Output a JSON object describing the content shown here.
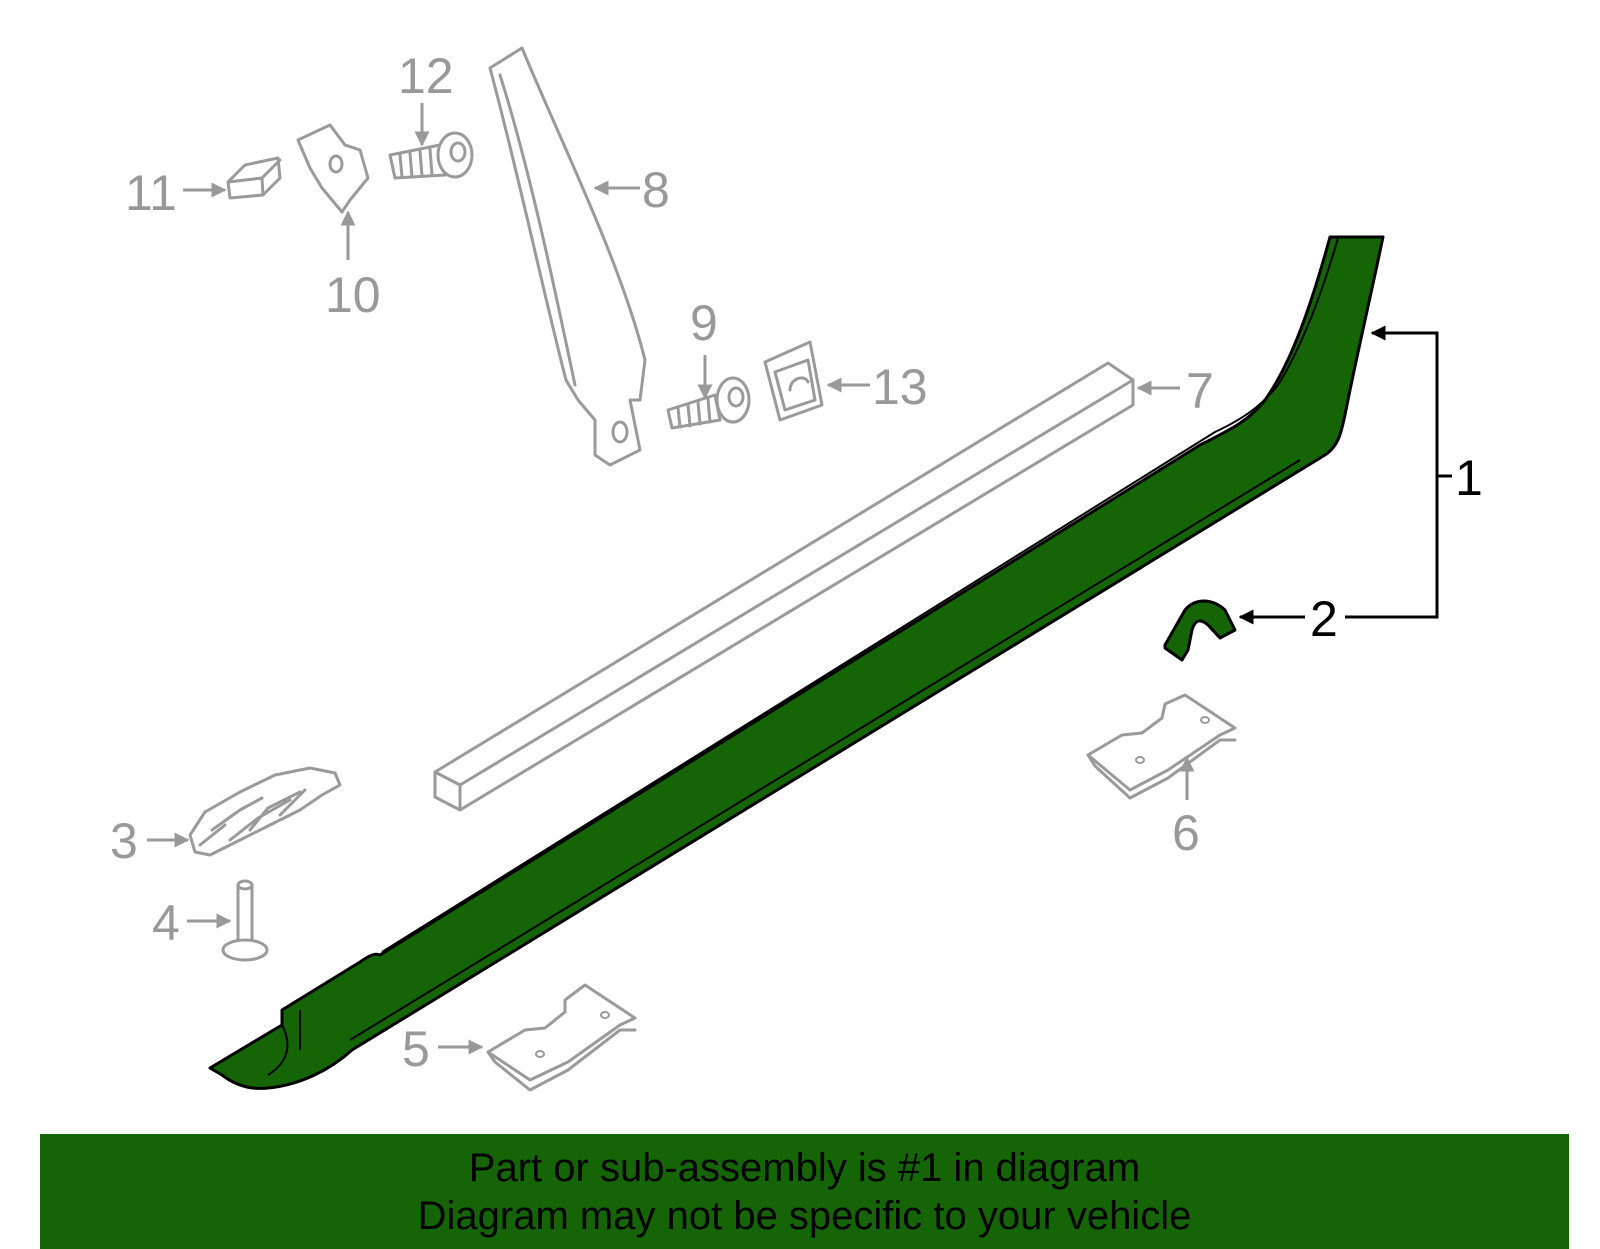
{
  "callouts": {
    "c1": "1",
    "c2": "2",
    "c3": "3",
    "c4": "4",
    "c5": "5",
    "c6": "6",
    "c7": "7",
    "c8": "8",
    "c9": "9",
    "c10": "10",
    "c11": "11",
    "c12": "12",
    "c13": "13"
  },
  "banner": {
    "line1": "Part or sub-assembly is #1 in diagram",
    "line2": "Diagram may not be specific to your vehicle"
  },
  "colors": {
    "highlight": "#156405",
    "gray_part": "#9a9a9a",
    "callout_gray": "#999999",
    "callout_black": "#000000"
  }
}
